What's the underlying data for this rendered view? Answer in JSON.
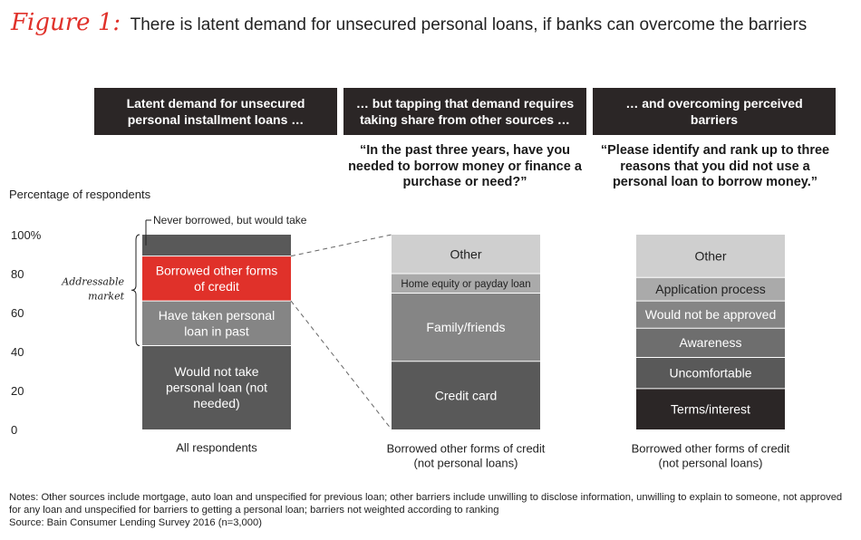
{
  "figure": {
    "label": "Figure 1:",
    "title": "There is latent demand for unsecured personal loans, if banks can overcome the barriers"
  },
  "headers": [
    "Latent demand for unsecured personal installment loans …",
    "… but tapping that demand requires taking share from other sources …",
    "… and overcoming perceived barriers"
  ],
  "questions": [
    "“In the past three years, have you needed to borrow money or finance a purchase or need?”",
    "“Please identify and rank up to three reasons that you did not use a personal loan to borrow money.”"
  ],
  "notes": "Notes: Other sources include mortgage, auto loan and unspecified for previous loan; other barriers include unwilling to disclose information, unwilling to explain to someone, not approved for any loan and unspecified for barriers to getting a personal loan; barriers not weighted according to ranking",
  "source": "Source: Bain Consumer Lending Survey 2016 (n=3,000)",
  "colors": {
    "accent": "#e0312a",
    "dark": "#2b2626",
    "gray_dark": "#595959",
    "gray_mid": "#858585",
    "gray_light": "#cfcfcf"
  },
  "chart_data": {
    "type": "bar",
    "stacked": true,
    "ylabel": "Percentage of respondents",
    "ylim": [
      0,
      100
    ],
    "yticks": [
      "0",
      "20",
      "40",
      "60",
      "80",
      "100%"
    ],
    "bracket_label": "Addressable market",
    "bars": [
      {
        "category": "All respondents",
        "segments": [
          {
            "label": "Would not take personal loan (not needed)",
            "value": 43,
            "color": "#595959"
          },
          {
            "label": "Have taken personal loan in past",
            "value": 23,
            "color": "#858585"
          },
          {
            "label": "Borrowed other forms of credit",
            "value": 23,
            "color": "#e0312a"
          },
          {
            "label": "Never borrowed, but would take",
            "value": 11,
            "color": "#595959",
            "callout": true
          }
        ]
      },
      {
        "category": "Borrowed other forms of credit (not personal loans)",
        "segments": [
          {
            "label": "Credit card",
            "value": 35,
            "color": "#595959"
          },
          {
            "label": "Family/friends",
            "value": 35,
            "color": "#858585"
          },
          {
            "label": "Home equity or payday loan",
            "value": 10,
            "color": "#aaaaaa"
          },
          {
            "label": "Other",
            "value": 20,
            "color": "#cfcfcf"
          }
        ]
      },
      {
        "category": "Borrowed other forms of credit (not personal loans)",
        "segments": [
          {
            "label": "Terms/interest",
            "value": 21,
            "color": "#2b2626"
          },
          {
            "label": "Uncomfortable",
            "value": 16,
            "color": "#595959"
          },
          {
            "label": "Awareness",
            "value": 15,
            "color": "#6e6e6e"
          },
          {
            "label": "Would not be approved",
            "value": 14,
            "color": "#858585"
          },
          {
            "label": "Application process",
            "value": 12,
            "color": "#aaaaaa"
          },
          {
            "label": "Other",
            "value": 22,
            "color": "#cfcfcf"
          }
        ]
      }
    ]
  }
}
